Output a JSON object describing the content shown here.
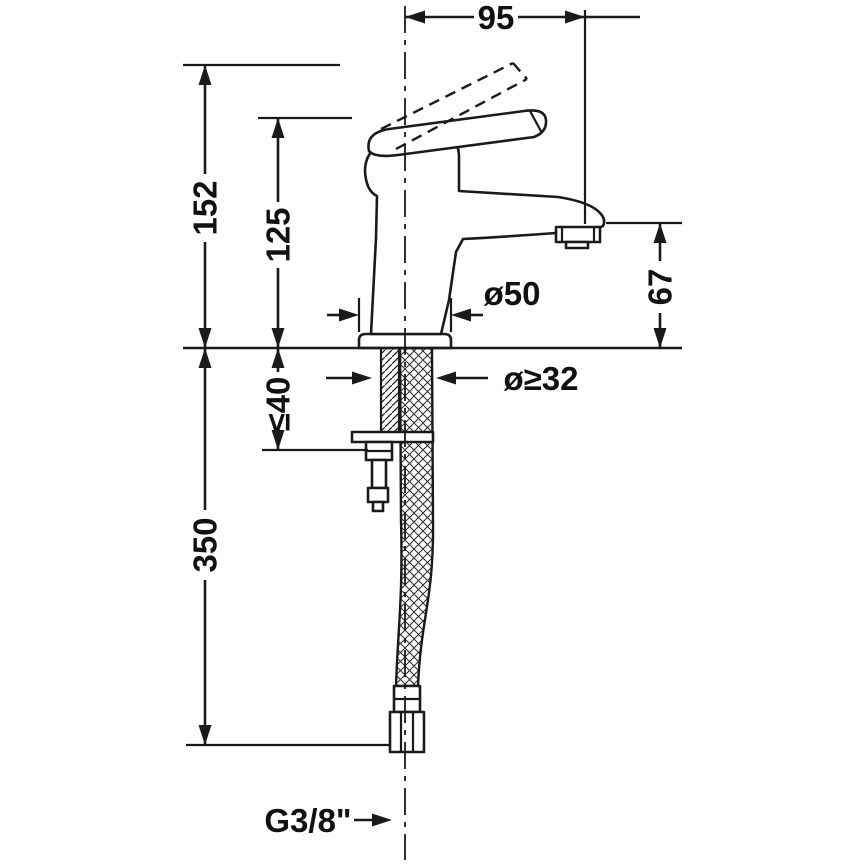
{
  "colors": {
    "background": "#ffffff",
    "line": "#1a1a1a"
  },
  "drawing": {
    "subject": "single-lever-basin-mixer-side-view-with-supply-hose"
  },
  "dimensions": {
    "spout_reach": "95",
    "overall_height": "152",
    "body_height": "125",
    "spout_height": "67",
    "base_diameter": "ø50",
    "hole_diameter": "ø≥32",
    "max_deck_thickness": "≤40",
    "hose_length": "350",
    "connection_thread": "G3/8\""
  }
}
